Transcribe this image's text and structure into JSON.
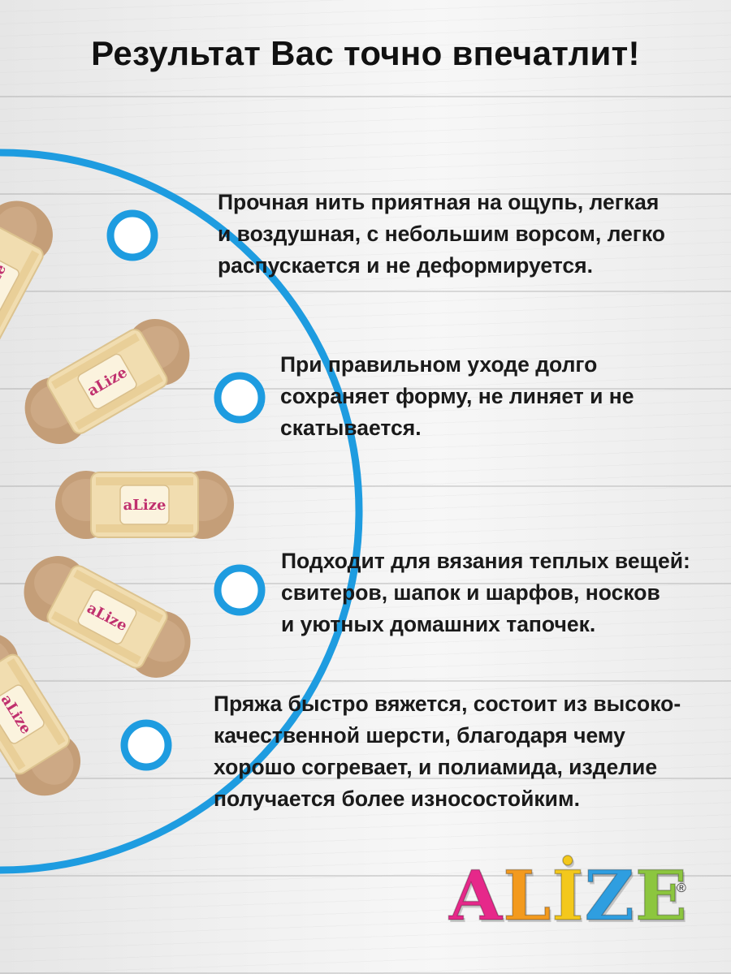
{
  "header": {
    "title": "Результат Вас точно впечатлит!"
  },
  "features": [
    {
      "lines": [
        "Прочная нить приятная на ощупь, легкая",
        "и воздушная, с небольшим ворсом, легко",
        "распускается и не деформируется."
      ]
    },
    {
      "lines": [
        "При правильном уходе долго",
        "сохраняет форму, не линяет и не",
        "скатывается."
      ]
    },
    {
      "lines": [
        "Подходит для вязания теплых вещей:",
        "свитеров, шапок и шарфов, носков",
        "и уютных домашних тапочек."
      ]
    },
    {
      "lines": [
        "Пряжа быстро вяжется, состоит из высоко-",
        "качественной шерсти, благодаря чему",
        "хорошо согревает, и полиамида, изделие",
        "получается более износостойким."
      ]
    }
  ],
  "brand": {
    "logo_letters": [
      {
        "char": "A",
        "color": "#e6288a"
      },
      {
        "char": "L",
        "color": "#f39a1e"
      },
      {
        "char": "İ",
        "color": "#f3c81c"
      },
      {
        "char": "Z",
        "color": "#2f9ee0"
      },
      {
        "char": "E",
        "color": "#8cc63f"
      }
    ],
    "registered_mark": "®"
  },
  "colors": {
    "accent_blue": "#1e9ce0",
    "yarn_beige": "#c49e78",
    "label_cream": "#f1ddb0",
    "title_text": "#111111"
  },
  "icons": {
    "timeline_node": "circle-node-icon",
    "product": "yarn-skein-icon"
  }
}
